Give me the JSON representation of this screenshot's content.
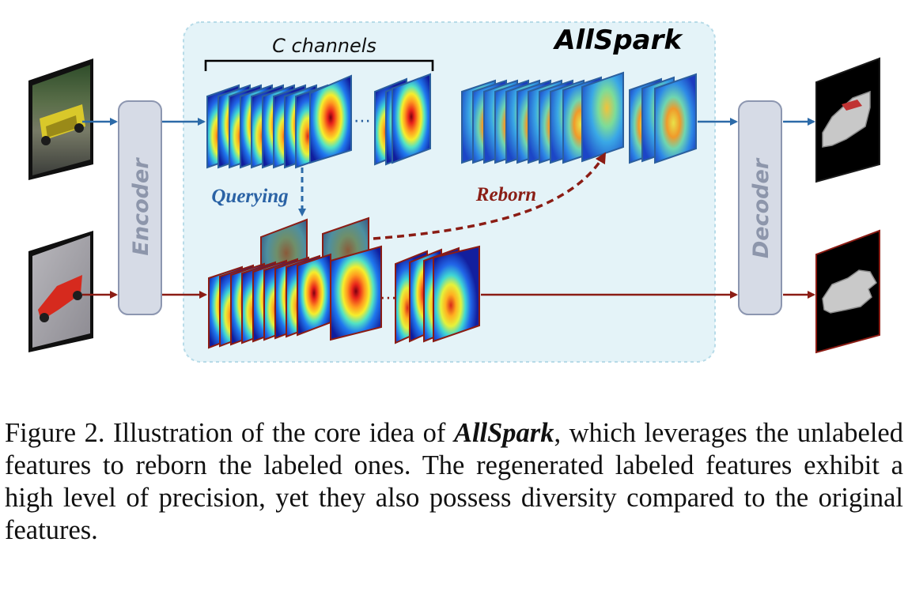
{
  "figure": {
    "title": "AllSpark",
    "channels_label": "C channels",
    "encoder_label": "Encoder",
    "decoder_label": "Decoder",
    "querying_label": "Querying",
    "reborn_label": "Reborn",
    "ellipsis": "⋯",
    "colors": {
      "panel_fill": "#e4f3f8",
      "panel_border": "#b7dbe8",
      "block_fill": "#d6dbe6",
      "block_border": "#8c96b0",
      "block_text": "#8d96ab",
      "unlabeled_arrow": "#2c6aa8",
      "labeled_arrow": "#8b1c14",
      "querying_text": "#2a62a5",
      "reborn_text": "#8a1e16"
    }
  },
  "caption": {
    "prefix": "Figure 2. Illustration of the core idea of ",
    "name": "AllSpark",
    "rest": ", which leverages the unlabeled features to reborn the labeled ones. The regenerated labeled features exhibit a high level of precision, yet they also possess diversity compared to the original features."
  }
}
